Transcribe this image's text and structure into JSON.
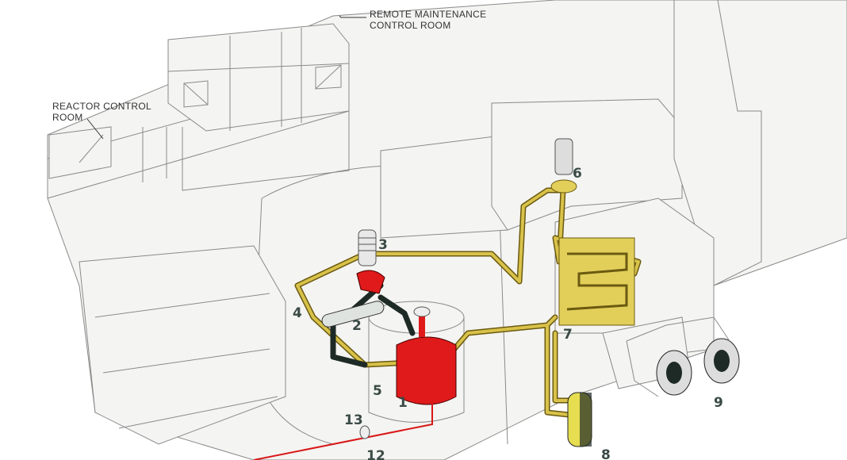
{
  "labels": {
    "remote_maintenance_line1": "REMOTE MAINTENANCE",
    "remote_maintenance_line2": "CONTROL ROOM",
    "reactor_control_line1": "REACTOR CONTROL",
    "reactor_control_line2": "ROOM"
  },
  "callouts": [
    "1",
    "2",
    "3",
    "4",
    "5",
    "6",
    "7",
    "8",
    "9",
    "12",
    "13"
  ],
  "colors": {
    "coolant_pipe": "#d8c24a",
    "reactor": "#e01a1a",
    "dark_pipe": "#1e2a26",
    "tank": "#e6de50"
  }
}
